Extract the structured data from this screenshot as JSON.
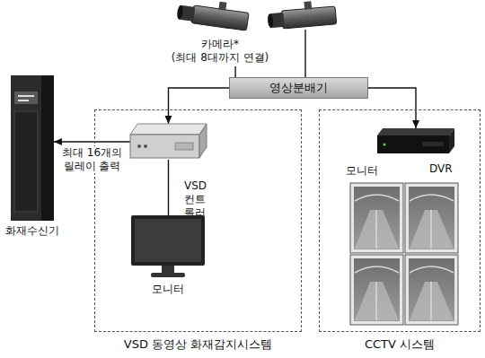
{
  "diagram": {
    "nodes": [
      {
        "text": [
          "카메라*",
          "(최대 8대까지 연결)"
        ]
      },
      {
        "text": [
          "영상분배기"
        ]
      },
      {
        "text": [
          "화재수신기"
        ]
      },
      {
        "text": [
          "VSD 동영상 화재감지시스템"
        ]
      },
      {
        "text": [
          "VSD 컨트롤러"
        ],
        "in": 3
      },
      {
        "text": [
          "모니터"
        ],
        "in": 3
      },
      {
        "text": [
          "CCTV 시스템"
        ]
      },
      {
        "text": [
          "DVR"
        ],
        "in": 6
      },
      {
        "text": [
          "모니터"
        ],
        "in": 6
      }
    ],
    "edges": [
      {
        "from": 0,
        "to": 1,
        "arrow": "none"
      },
      {
        "from": 1,
        "to": 4,
        "arrow": "to"
      },
      {
        "from": 1,
        "to": 7,
        "arrow": "to"
      },
      {
        "from": 4,
        "to": 2,
        "arrow": "to",
        "label": "최대 16개의 릴레이 출력"
      },
      {
        "from": 4,
        "to": 5,
        "arrow": "none"
      }
    ]
  }
}
